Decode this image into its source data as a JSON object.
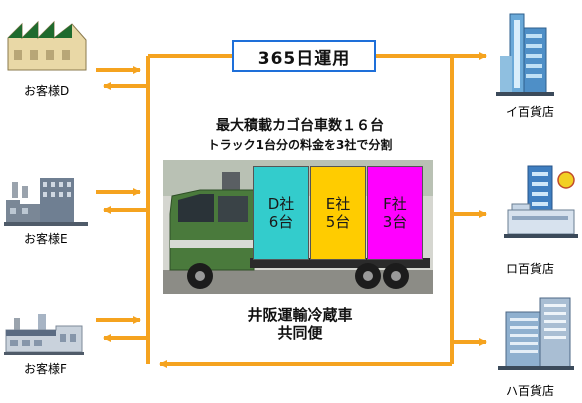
{
  "header": {
    "operation": "365日運用"
  },
  "truck": {
    "capacity": "最大積載カゴ台車数１６台",
    "split": "トラック1台分の料金を3社で分割",
    "name_line1": "井阪運輸冷蔵車",
    "name_line2": "共同便",
    "segments": [
      {
        "company": "D社",
        "count": "6台",
        "color": "#33cccc"
      },
      {
        "company": "E社",
        "count": "5台",
        "color": "#ffcc00"
      },
      {
        "company": "F社",
        "count": "3台",
        "color": "#ff00ff"
      }
    ]
  },
  "customers": [
    "お客様D",
    "お客様E",
    "お客様F"
  ],
  "stores": [
    "イ百貨店",
    "ロ百貨店",
    "ハ百貨店"
  ],
  "colors": {
    "arrow": "#f5a31f",
    "title_border": "#1e6fd9"
  }
}
